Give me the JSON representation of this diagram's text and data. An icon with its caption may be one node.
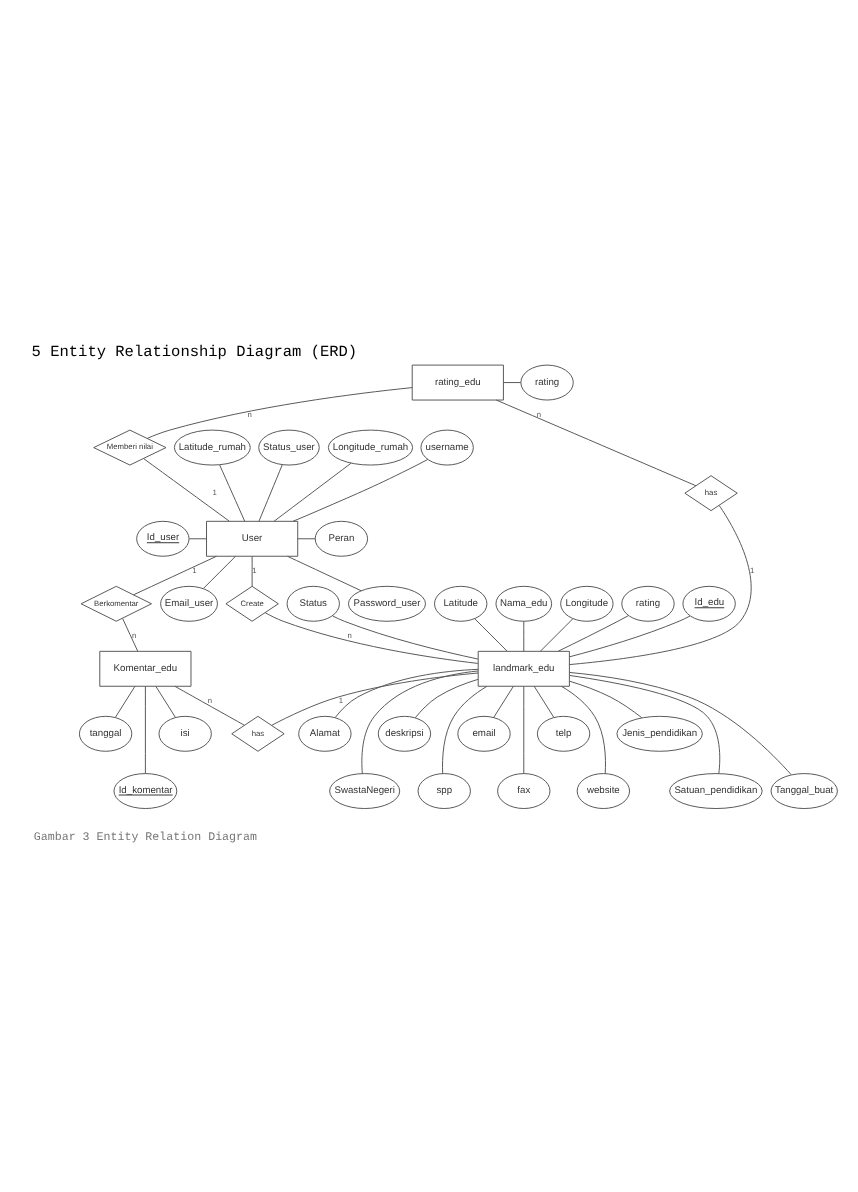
{
  "diagram": {
    "title": "5 Entity Relationship Diagram (ERD)",
    "caption": "Gambar 3 Entity Relation Diagram",
    "nodes": [
      {
        "text": [
          "User"
        ]
      },
      {
        "text": [
          "Latitude_rumah"
        ]
      },
      {
        "text": [
          "Status_user"
        ]
      },
      {
        "text": [
          "Longitude_rumah"
        ]
      },
      {
        "text": [
          "username"
        ]
      },
      {
        "text": [
          "Id_user"
        ]
      },
      {
        "text": [
          "Peran"
        ]
      },
      {
        "text": [
          "Password_user"
        ]
      },
      {
        "text": [
          "Email_user"
        ]
      },
      {
        "text": [
          "Memberi nilai"
        ]
      },
      {
        "text": [
          "rating_edu"
        ]
      },
      {
        "text": [
          "rating"
        ]
      },
      {
        "text": [
          "has"
        ]
      },
      {
        "text": [
          "Status"
        ]
      },
      {
        "text": [
          "Latitude"
        ]
      },
      {
        "text": [
          "Nama_edu"
        ]
      },
      {
        "text": [
          "Longitude"
        ]
      },
      {
        "text": [
          "rating"
        ]
      },
      {
        "text": [
          "Id_edu"
        ]
      },
      {
        "text": [
          "landmark_edu"
        ]
      },
      {
        "text": [
          "Jenis_pendidikan"
        ]
      },
      {
        "text": [
          "Satuan_pendidikan"
        ]
      },
      {
        "text": [
          "Tanggal_buat"
        ]
      },
      {
        "text": [
          "Berkomentar"
        ]
      },
      {
        "text": [
          "Create"
        ]
      },
      {
        "text": [
          "Komentar_edu"
        ]
      },
      {
        "text": [
          "has"
        ]
      },
      {
        "text": [
          "Alamat"
        ]
      },
      {
        "text": [
          "SwastaNegeri"
        ]
      },
      {
        "text": [
          "deskripsi"
        ]
      },
      {
        "text": [
          "spp"
        ]
      },
      {
        "text": [
          "email"
        ]
      },
      {
        "text": [
          "fax"
        ]
      },
      {
        "text": [
          "telp"
        ]
      },
      {
        "text": [
          "website"
        ]
      },
      {
        "text": [
          "tanggal"
        ]
      },
      {
        "text": [
          "Id_komentar"
        ]
      },
      {
        "text": [
          "isi"
        ]
      }
    ],
    "edges": [
      {
        "from": 1,
        "to": 0,
        "arrow": "none"
      },
      {
        "from": 2,
        "to": 0,
        "arrow": "none"
      },
      {
        "from": 3,
        "to": 0,
        "arrow": "none"
      },
      {
        "from": 4,
        "to": 0,
        "arrow": "none"
      },
      {
        "from": 5,
        "to": 0,
        "arrow": "none"
      },
      {
        "from": 0,
        "to": 6,
        "arrow": "none"
      },
      {
        "from": 0,
        "to": 7,
        "arrow": "none"
      },
      {
        "from": 0,
        "to": 8,
        "arrow": "none"
      },
      {
        "from": 10,
        "to": 9,
        "arrow": "none",
        "label": "n"
      },
      {
        "from": 9,
        "to": 0,
        "arrow": "none",
        "label": "1"
      },
      {
        "from": 10,
        "to": 11,
        "arrow": "none"
      },
      {
        "from": 10,
        "to": 12,
        "arrow": "none",
        "label": "n"
      },
      {
        "from": 12,
        "to": 19,
        "arrow": "none",
        "label": "1"
      },
      {
        "from": 13,
        "to": 19,
        "arrow": "none"
      },
      {
        "from": 14,
        "to": 19,
        "arrow": "none"
      },
      {
        "from": 15,
        "to": 19,
        "arrow": "none"
      },
      {
        "from": 16,
        "to": 19,
        "arrow": "none"
      },
      {
        "from": 17,
        "to": 19,
        "arrow": "none"
      },
      {
        "from": 18,
        "to": 19,
        "arrow": "none"
      },
      {
        "from": 19,
        "to": 20,
        "arrow": "none"
      },
      {
        "from": 19,
        "to": 21,
        "arrow": "none"
      },
      {
        "from": 19,
        "to": 22,
        "arrow": "none"
      },
      {
        "from": 0,
        "to": 23,
        "arrow": "none",
        "label": "1"
      },
      {
        "from": 23,
        "to": 25,
        "arrow": "none",
        "label": "n"
      },
      {
        "from": 0,
        "to": 24,
        "arrow": "none",
        "label": "1"
      },
      {
        "from": 24,
        "to": 19,
        "arrow": "none",
        "label": "n"
      },
      {
        "from": 25,
        "to": 26,
        "arrow": "none",
        "label": "n"
      },
      {
        "from": 19,
        "to": 26,
        "arrow": "none",
        "label": "1"
      },
      {
        "from": 19,
        "to": 27,
        "arrow": "none"
      },
      {
        "from": 19,
        "to": 28,
        "arrow": "none"
      },
      {
        "from": 19,
        "to": 29,
        "arrow": "none"
      },
      {
        "from": 19,
        "to": 30,
        "arrow": "none"
      },
      {
        "from": 19,
        "to": 31,
        "arrow": "none"
      },
      {
        "from": 19,
        "to": 32,
        "arrow": "none"
      },
      {
        "from": 19,
        "to": 33,
        "arrow": "none"
      },
      {
        "from": 19,
        "to": 34,
        "arrow": "none"
      },
      {
        "from": 25,
        "to": 35,
        "arrow": "none"
      },
      {
        "from": 25,
        "to": 36,
        "arrow": "none"
      },
      {
        "from": 25,
        "to": 37,
        "arrow": "none"
      }
    ]
  }
}
